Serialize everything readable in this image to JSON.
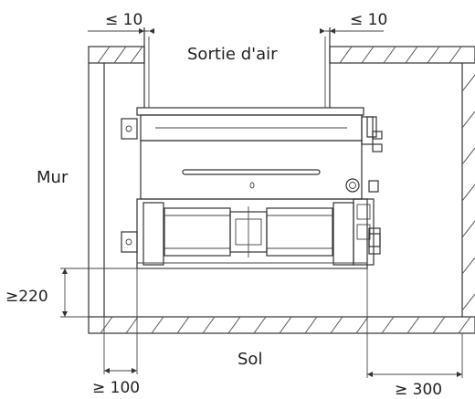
{
  "labels": {
    "air_outlet": "Sortie d'air",
    "wall": "Mur",
    "floor": "Sol"
  },
  "dimensions": {
    "left_gap": "≤ 10",
    "right_gap": "≤ 10",
    "bottom_height": "≥220",
    "left_clearance": "≥ 100",
    "right_clearance": "≥ 300"
  },
  "colors": {
    "line": "#333333",
    "text": "#222222"
  }
}
